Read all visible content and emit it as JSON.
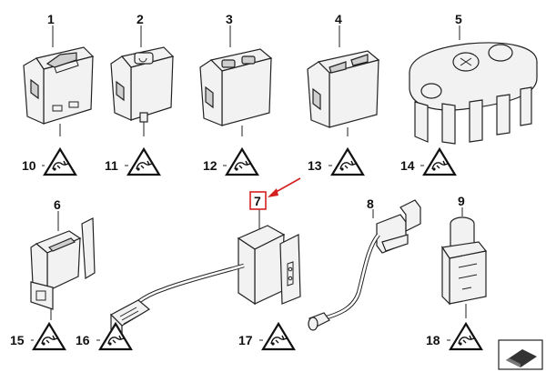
{
  "colors": {
    "highlight": "#d42020",
    "ink": "#111111"
  },
  "labels": {
    "p1": "1",
    "p2": "2",
    "p3": "3",
    "p4": "4",
    "p5": "5",
    "p6": "6",
    "p7": "7",
    "p8": "8",
    "p9": "9",
    "p10": "10",
    "p11": "11",
    "p12": "12",
    "p13": "13",
    "p14": "14",
    "p15": "15",
    "p16": "16",
    "p17": "17",
    "p18": "18"
  },
  "icons": {
    "caution_triangle": "esd-caution-triangle-icon",
    "corner_badge": "page-corner-icon"
  }
}
